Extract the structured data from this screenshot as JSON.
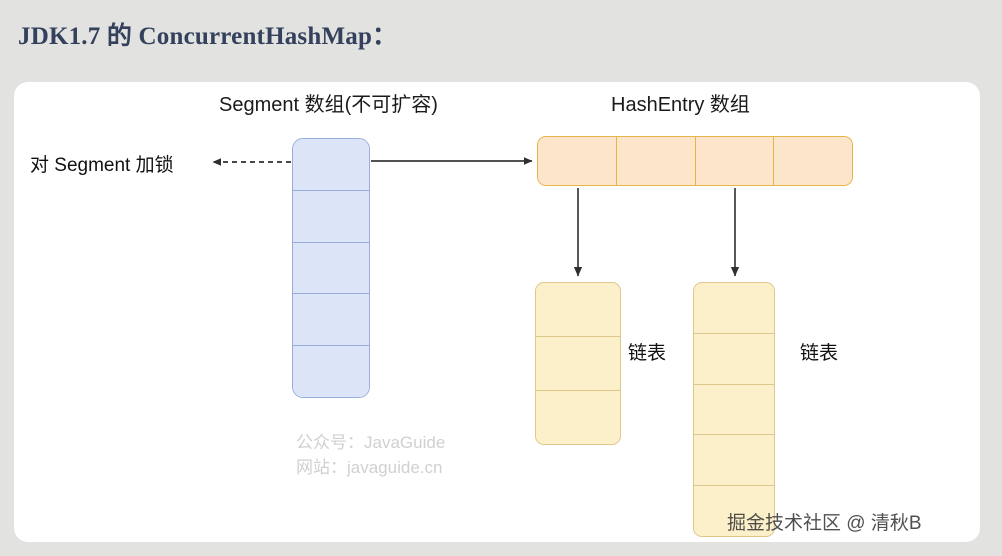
{
  "title": "JDK1.7 的 ConcurrentHashMap：",
  "diagram": {
    "headings": {
      "segment": "Segment 数组(不可扩容)",
      "hashentry": "HashEntry 数组"
    },
    "side_label": "对 Segment 加锁",
    "segment_array": {
      "name": "Segment 数组",
      "cell_count": 5,
      "fill": "#dce4f8",
      "stroke": "#9aaedd"
    },
    "hashentry_array": {
      "name": "HashEntry 数组",
      "cell_count": 4,
      "fill": "#fde5cb",
      "stroke": "#e6b54a"
    },
    "linked_lists": [
      {
        "label": "链表",
        "cell_count": 3,
        "fill": "#fbf0c9",
        "stroke": "#ddc78a"
      },
      {
        "label": "链表",
        "cell_count": 5,
        "fill": "#fbf0c9",
        "stroke": "#ddc78a"
      }
    ],
    "arrows": {
      "lock_arrow_style": "dashed-left",
      "segment_to_hashentry_style": "solid-right",
      "hashentry_to_list_style": "solid-down",
      "color": "#3a3a3a"
    }
  },
  "watermarks": {
    "line1": "公众号：JavaGuide",
    "line2": "网站：javaguide.cn",
    "bottom": "掘金技术社区 @ 清秋B"
  },
  "colors": {
    "page_background": "#e2e2e0",
    "card_background": "#ffffff",
    "title_color": "#33415c"
  }
}
